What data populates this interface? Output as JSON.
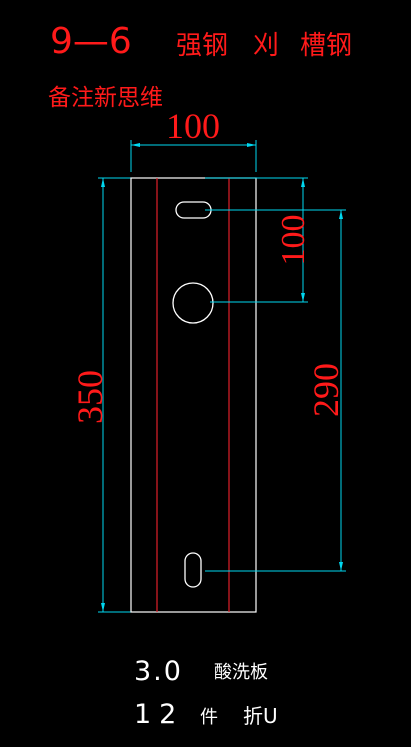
{
  "title": {
    "code": "9—6",
    "part1": "强钢",
    "part2": "刈",
    "part3": "槽钢",
    "remark": "备注新思维"
  },
  "dimensions": {
    "width": "100",
    "height": "350",
    "hole_pitch": "100",
    "slot_span": "290"
  },
  "notes": {
    "thickness": "3.0",
    "material": "酸洗板",
    "quantity": "12",
    "quantity_unit": "件",
    "process": "折U"
  },
  "colors": {
    "background": "#000000",
    "outline": "#ffffff",
    "bend_line": "#e0202a",
    "dimension_line": "#00d8f0",
    "dimension_text": "#ff1a1a",
    "title_text": "#ff1a1a",
    "note_text": "#ffffff"
  }
}
